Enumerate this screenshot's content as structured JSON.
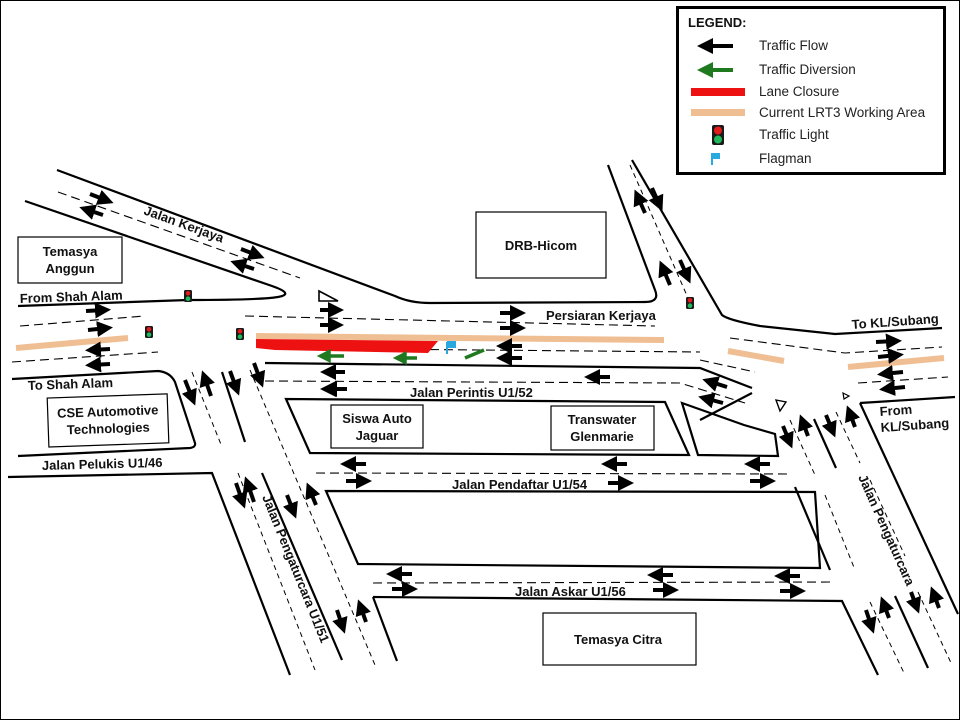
{
  "legend": {
    "title": "LEGEND:",
    "items": [
      {
        "symbol": "black-arrow",
        "label": "Traffic Flow"
      },
      {
        "symbol": "green-arrow",
        "label": "Traffic Diversion"
      },
      {
        "symbol": "red-bar",
        "label": "Lane Closure"
      },
      {
        "symbol": "tan-bar",
        "label": "Current  LRT3 Working  Area"
      },
      {
        "symbol": "traffic-light-icon",
        "label": "Traffic Light"
      },
      {
        "symbol": "flag-icon",
        "label": " Flagman"
      }
    ]
  },
  "colors": {
    "traffic_flow": "#000000",
    "traffic_diversion": "#1f7a1f",
    "lane_closure": "#ee1111",
    "lrt3_working_area": "#efbf93",
    "flagman": "#2aa8e0",
    "light_red": "#e21b1b",
    "light_green": "#1fb85a"
  },
  "roads": {
    "jalan_kerjaya": "Jalan Kerjaya",
    "persiaran_kerjaya": "Persiaran Kerjaya",
    "jalan_perintis": "Jalan Perintis U1/52",
    "jalan_pendaftar": "Jalan Pendaftar U1/54",
    "jalan_askar": "Jalan Askar U1/56",
    "jalan_pelukis": "Jalan Pelukis U1/46",
    "jalan_pengaturcara_u151": "Jalan Pengaturcara U1/51",
    "jalan_pengaturcara": "Jalan Pengaturcara"
  },
  "directions": {
    "from_shah_alam": "From Shah Alam",
    "to_shah_alam": "To Shah Alam",
    "to_kl_subang": "To KL/Subang",
    "from_kl_subang_1": "From",
    "from_kl_subang_2": "KL/Subang"
  },
  "buildings": {
    "temasya_anggun_1": "Temasya",
    "temasya_anggun_2": "Anggun",
    "drb_hicom": "DRB-Hicom",
    "cse_1": "CSE Automotive",
    "cse_2": "Technologies",
    "siswa_1": "Siswa Auto",
    "siswa_2": "Jaguar",
    "transwater_1": "Transwater",
    "transwater_2": "Glenmarie",
    "temasya_citra": "Temasya Citra"
  }
}
